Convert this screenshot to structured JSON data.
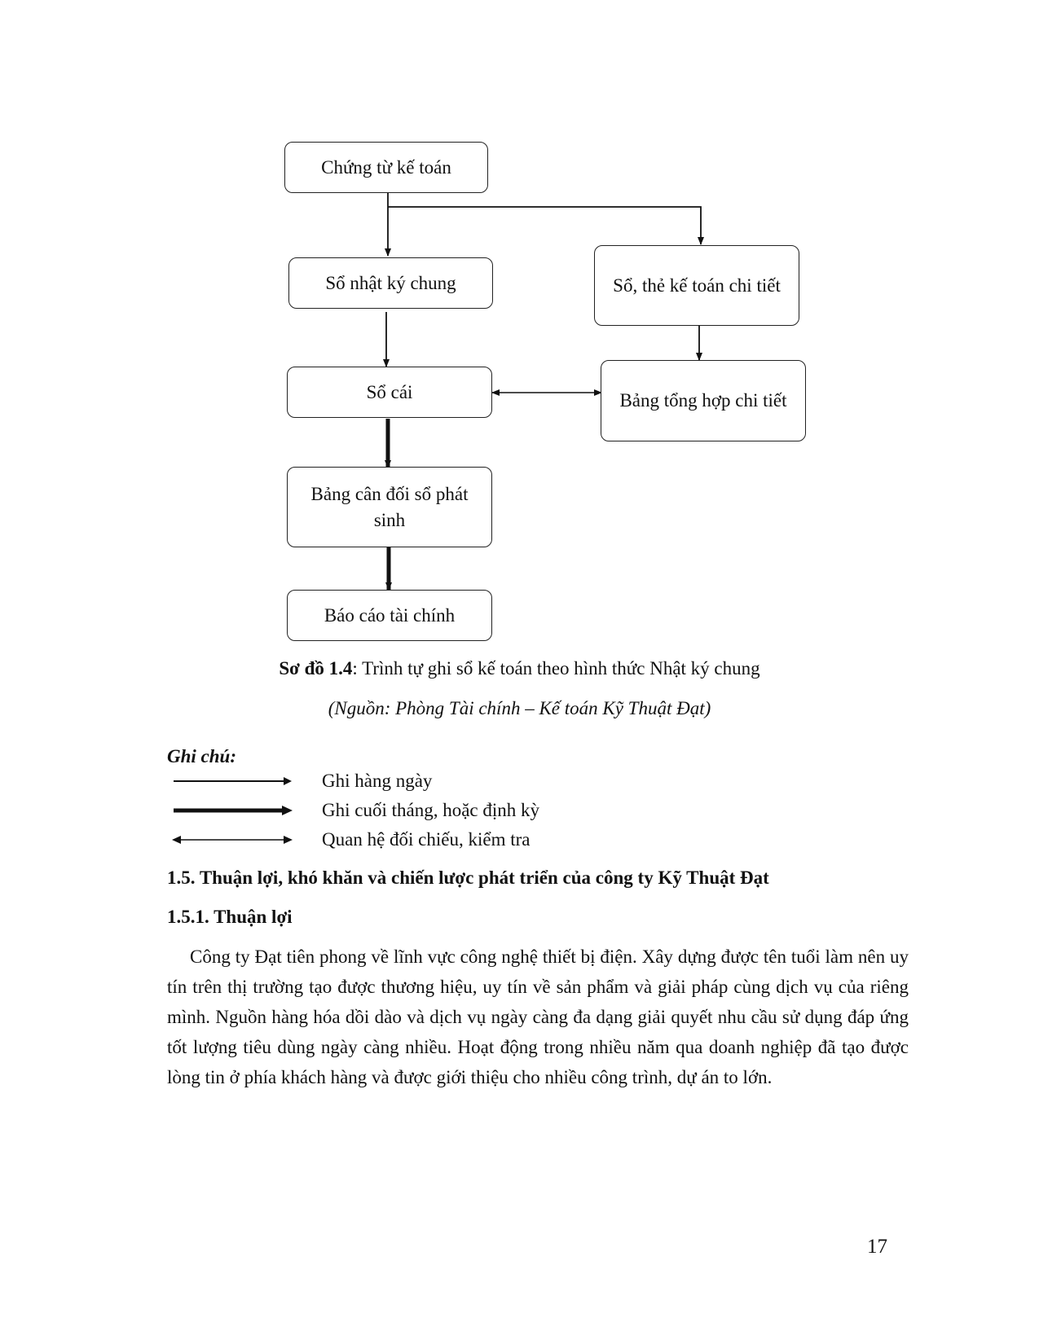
{
  "diagram": {
    "boxes": {
      "chung_tu": "Chứng từ kế toán",
      "so_nhat_ky": "Sổ nhật ký chung",
      "so_the_chi_tiet": "Sổ, thẻ kế toán chi tiết",
      "so_cai": "Sổ cái",
      "bang_tong_hop": "Bảng tổng hợp chi tiết",
      "bang_can_doi": "Bảng cân đối sổ phát sinh",
      "bao_cao": "Báo cáo tài chính"
    }
  },
  "caption": {
    "label": "Sơ đồ 1.4",
    "text": ": Trình tự ghi sổ kế toán theo hình thức Nhật ký chung"
  },
  "source": "(Nguồn: Phòng Tài chính – Kế toán Kỹ Thuật Đạt)",
  "legend": {
    "title": "Ghi chú:",
    "daily": "Ghi hàng ngày",
    "periodic": "Ghi cuối tháng, hoặc định kỳ",
    "compare": "Quan hệ đối chiếu, kiểm tra"
  },
  "section_heading": "1.5. Thuận lợi, khó khăn và chiến lược phát triển của công ty Kỹ Thuật Đạt",
  "subsection_heading": "1.5.1. Thuận lợi",
  "paragraph": "Công ty Đạt tiên phong về lĩnh vực công nghệ thiết bị điện. Xây dựng được tên tuổi làm nên uy tín trên thị trường tạo được thương hiệu, uy tín về sản phẩm và giải pháp cùng dịch vụ của riêng mình. Nguồn hàng hóa dồi dào và dịch vụ ngày càng đa dạng giải quyết nhu cầu sử dụng đáp ứng tốt lượng tiêu dùng ngày càng nhiều. Hoạt động trong nhiều năm qua doanh nghiệp đã tạo được lòng tin ở phía khách hàng và được giới thiệu cho nhiều công trình, dự án to lớn.",
  "page_number": "17"
}
